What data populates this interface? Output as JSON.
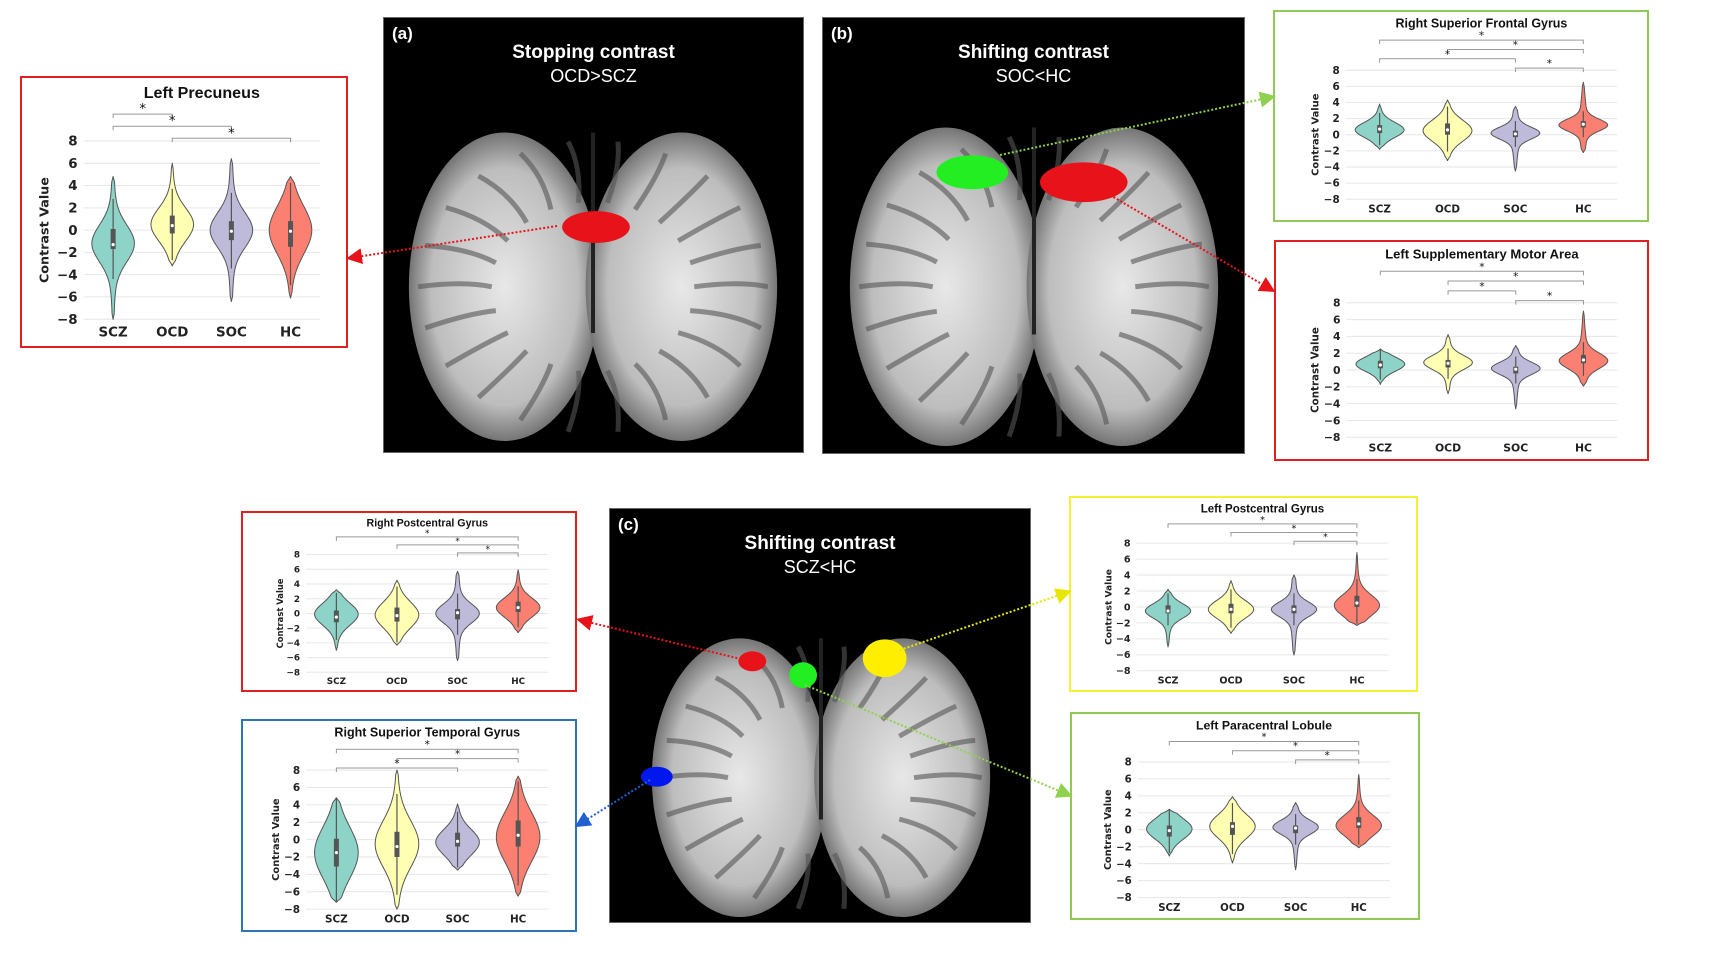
{
  "colors": {
    "SCZ": "#8dd3c7",
    "OCD": "#ffffb3",
    "SOC": "#bebada",
    "HC": "#fb8072",
    "red": "#e8131a",
    "green": "#22ee22",
    "yellow": "#ffee00",
    "blue": "#0018ee",
    "box_green": "#92c857",
    "box_red": "#e02020",
    "box_yellow": "#f2f230",
    "box_blue": "#2e75b6"
  },
  "panels": [
    {
      "label": "(a)",
      "title": "Stopping contrast",
      "subtitle": "OCD>SCZ"
    },
    {
      "label": "(b)",
      "title": "Shifting contrast",
      "subtitle": "SOC<HC"
    },
    {
      "label": "(c)",
      "title": "Shifting contrast",
      "subtitle": "SCZ<HC"
    }
  ],
  "chart_data": [
    {
      "type": "violin",
      "title": "Left Precuneus",
      "ylabel": "Contrast Value",
      "ylim": [
        -8,
        8
      ],
      "yticks": [
        8,
        6,
        4,
        2,
        0,
        -2,
        -4,
        -6,
        -8
      ],
      "categories": [
        "SCZ",
        "OCD",
        "SOC",
        "HC"
      ],
      "groups": [
        {
          "min": -8,
          "max": 4.8,
          "median": -1.3,
          "q1": -1.7,
          "q3": 0.1,
          "mode": -1.2
        },
        {
          "min": -3.2,
          "max": 6,
          "median": 0.4,
          "q1": -0.3,
          "q3": 1.3,
          "mode": 0.5
        },
        {
          "min": -6.4,
          "max": 6.4,
          "median": -0.1,
          "q1": -0.9,
          "q3": 0.8,
          "mode": 0
        },
        {
          "min": -6.1,
          "max": 4.8,
          "median": -0.1,
          "q1": -1.5,
          "q3": 0.8,
          "mode": 0
        }
      ],
      "significance": [
        {
          "pair": [
            "SCZ",
            "OCD"
          ],
          "label": "*"
        },
        {
          "pair": [
            "SCZ",
            "SOC"
          ],
          "label": "*"
        },
        {
          "pair": [
            "OCD",
            "HC"
          ],
          "label": "*"
        }
      ]
    },
    {
      "type": "violin",
      "title": "Right Superior Frontal Gyrus",
      "ylabel": "Contrast Value",
      "ylim": [
        -8,
        8
      ],
      "yticks": [
        8,
        6,
        4,
        2,
        0,
        -2,
        -4,
        -6,
        -8
      ],
      "categories": [
        "SCZ",
        "OCD",
        "SOC",
        "HC"
      ],
      "groups": [
        {
          "min": -1.8,
          "max": 3.8,
          "median": 0.7,
          "q1": 0.2,
          "q3": 1.2,
          "mode": 0.6
        },
        {
          "min": -3.2,
          "max": 4.3,
          "median": 0.6,
          "q1": 0,
          "q3": 1.4,
          "mode": 0.5
        },
        {
          "min": -4.5,
          "max": 3.5,
          "median": 0.1,
          "q1": -0.3,
          "q3": 0.5,
          "mode": 0.2
        },
        {
          "min": -2.2,
          "max": 6.5,
          "median": 1.3,
          "q1": 0.9,
          "q3": 1.7,
          "mode": 1.2
        }
      ],
      "significance": [
        {
          "pair": [
            "SCZ",
            "HC"
          ],
          "label": "*"
        },
        {
          "pair": [
            "OCD",
            "HC"
          ],
          "label": "*"
        },
        {
          "pair": [
            "SCZ",
            "SOC"
          ],
          "label": "*"
        },
        {
          "pair": [
            "SOC",
            "HC"
          ],
          "label": "*"
        }
      ]
    },
    {
      "type": "violin",
      "title": "Left Supplementary Motor Area",
      "ylabel": "Contrast Value",
      "ylim": [
        -8,
        8
      ],
      "yticks": [
        8,
        6,
        4,
        2,
        0,
        -2,
        -4,
        -6,
        -8
      ],
      "categories": [
        "SCZ",
        "OCD",
        "SOC",
        "HC"
      ],
      "groups": [
        {
          "min": -1.7,
          "max": 2.5,
          "median": 0.6,
          "q1": 0.2,
          "q3": 1.1,
          "mode": 0.7
        },
        {
          "min": -2.8,
          "max": 4.2,
          "median": 0.8,
          "q1": 0.3,
          "q3": 1.2,
          "mode": 0.9
        },
        {
          "min": -4.6,
          "max": 2.9,
          "median": 0.1,
          "q1": -0.4,
          "q3": 0.4,
          "mode": 0.2
        },
        {
          "min": -1.9,
          "max": 7,
          "median": 1.2,
          "q1": 0.8,
          "q3": 1.8,
          "mode": 1.1
        }
      ],
      "significance": [
        {
          "pair": [
            "SCZ",
            "HC"
          ],
          "label": "*"
        },
        {
          "pair": [
            "OCD",
            "HC"
          ],
          "label": "*"
        },
        {
          "pair": [
            "OCD",
            "SOC"
          ],
          "label": "*"
        },
        {
          "pair": [
            "SOC",
            "HC"
          ],
          "label": "*"
        }
      ]
    },
    {
      "type": "violin",
      "title": "Right Postcentral Gyrus",
      "ylabel": "Contrast Value",
      "ylim": [
        -8,
        8
      ],
      "yticks": [
        8,
        6,
        4,
        2,
        0,
        -2,
        -4,
        -6,
        -8
      ],
      "categories": [
        "SCZ",
        "OCD",
        "SOC",
        "HC"
      ],
      "groups": [
        {
          "min": -5,
          "max": 3.2,
          "median": -0.5,
          "q1": -1.2,
          "q3": 0.4,
          "mode": -0.1
        },
        {
          "min": -4.3,
          "max": 4.5,
          "median": -0.3,
          "q1": -1.1,
          "q3": 0.8,
          "mode": -0.2
        },
        {
          "min": -6.4,
          "max": 5.7,
          "median": 0.1,
          "q1": -0.8,
          "q3": 0.6,
          "mode": 0
        },
        {
          "min": -2.6,
          "max": 5.9,
          "median": 0.8,
          "q1": 0.2,
          "q3": 1.6,
          "mode": 0.8
        }
      ],
      "significance": [
        {
          "pair": [
            "SCZ",
            "HC"
          ],
          "label": "*"
        },
        {
          "pair": [
            "OCD",
            "HC"
          ],
          "label": "*"
        },
        {
          "pair": [
            "SOC",
            "HC"
          ],
          "label": "*"
        }
      ]
    },
    {
      "type": "violin",
      "title": "Right Superior Temporal Gyrus",
      "ylabel": "Contrast Value",
      "ylim": [
        -8,
        8
      ],
      "yticks": [
        8,
        6,
        4,
        2,
        0,
        -2,
        -4,
        -6,
        -8
      ],
      "categories": [
        "SCZ",
        "OCD",
        "SOC",
        "HC"
      ],
      "groups": [
        {
          "min": -7.2,
          "max": 4.8,
          "median": -1.5,
          "q1": -3.1,
          "q3": 0.1,
          "mode": -1.5
        },
        {
          "min": -8,
          "max": 8,
          "median": -0.8,
          "q1": -2,
          "q3": 0.9,
          "mode": -0.5
        },
        {
          "min": -3.5,
          "max": 4.1,
          "median": -0.2,
          "q1": -0.8,
          "q3": 0.8,
          "mode": -0.3
        },
        {
          "min": -6.5,
          "max": 7.3,
          "median": 0.5,
          "q1": -0.8,
          "q3": 2.2,
          "mode": 0.3
        }
      ],
      "significance": [
        {
          "pair": [
            "SCZ",
            "HC"
          ],
          "label": "*"
        },
        {
          "pair": [
            "OCD",
            "HC"
          ],
          "label": "*"
        },
        {
          "pair": [
            "SCZ",
            "SOC"
          ],
          "label": "*"
        }
      ]
    },
    {
      "type": "violin",
      "title": "Left Postcentral Gyrus",
      "ylabel": "Contrast Value",
      "ylim": [
        -8,
        8
      ],
      "yticks": [
        8,
        6,
        4,
        2,
        0,
        -2,
        -4,
        -6,
        -8
      ],
      "categories": [
        "SCZ",
        "OCD",
        "SOC",
        "HC"
      ],
      "groups": [
        {
          "min": -5,
          "max": 2.2,
          "median": -0.5,
          "q1": -0.8,
          "q3": 0.2,
          "mode": -0.5
        },
        {
          "min": -3.3,
          "max": 3.3,
          "median": -0.3,
          "q1": -0.8,
          "q3": 0.4,
          "mode": -0.3
        },
        {
          "min": -6,
          "max": 4,
          "median": -0.3,
          "q1": -0.8,
          "q3": 0.2,
          "mode": -0.3
        },
        {
          "min": -2.3,
          "max": 6.8,
          "median": 0.5,
          "q1": 0,
          "q3": 1.4,
          "mode": 0.2
        }
      ],
      "significance": [
        {
          "pair": [
            "SCZ",
            "HC"
          ],
          "label": "*"
        },
        {
          "pair": [
            "OCD",
            "HC"
          ],
          "label": "*"
        },
        {
          "pair": [
            "SOC",
            "HC"
          ],
          "label": "*"
        }
      ]
    },
    {
      "type": "violin",
      "title": "Left Paracentral Lobule",
      "ylabel": "Contrast Value",
      "ylim": [
        -8,
        8
      ],
      "yticks": [
        8,
        6,
        4,
        2,
        0,
        -2,
        -4,
        -6,
        -8
      ],
      "categories": [
        "SCZ",
        "OCD",
        "SOC",
        "HC"
      ],
      "groups": [
        {
          "min": -3.1,
          "max": 2.4,
          "median": -0.1,
          "q1": -0.8,
          "q3": 0.5,
          "mode": 0.1
        },
        {
          "min": -3.9,
          "max": 3.9,
          "median": 0.4,
          "q1": -0.6,
          "q3": 0.9,
          "mode": 0.4
        },
        {
          "min": -4.7,
          "max": 3.2,
          "median": 0.2,
          "q1": -0.4,
          "q3": 0.5,
          "mode": 0.3
        },
        {
          "min": -2.1,
          "max": 6.5,
          "median": 0.7,
          "q1": 0.2,
          "q3": 1.5,
          "mode": 0.5
        }
      ],
      "significance": [
        {
          "pair": [
            "SCZ",
            "HC"
          ],
          "label": "*"
        },
        {
          "pair": [
            "OCD",
            "HC"
          ],
          "label": "*"
        },
        {
          "pair": [
            "SOC",
            "HC"
          ],
          "label": "*"
        }
      ]
    }
  ]
}
